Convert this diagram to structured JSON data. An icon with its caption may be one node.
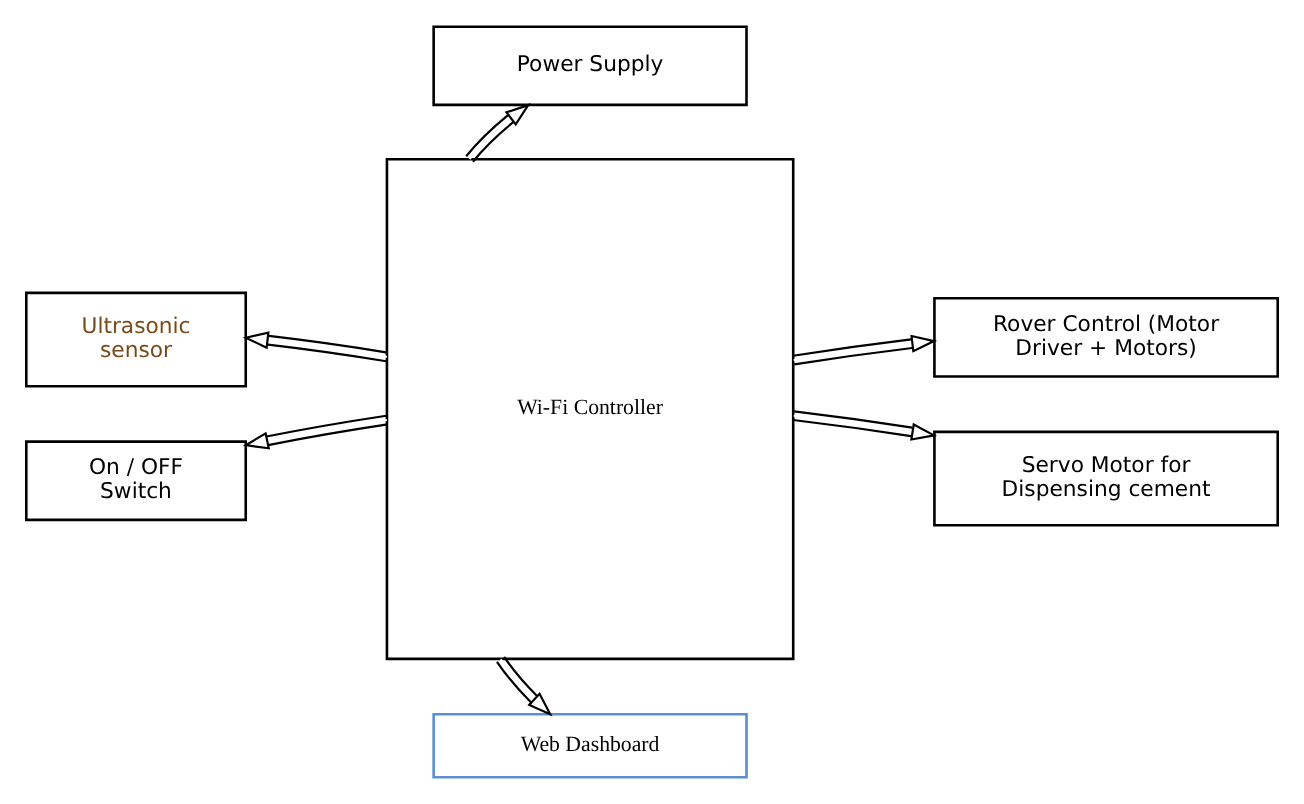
{
  "diagram": {
    "nodes": [
      {
        "text": [
          "Power Supply"
        ]
      },
      {
        "text": [
          "Wi-Fi Controller"
        ]
      },
      {
        "text": [
          "Rover Control (Motor Driver + Motors)"
        ]
      },
      {
        "text": [
          "Ultrasonic sensor"
        ]
      },
      {
        "text": [
          "Servo Motor for Dispensing cement"
        ]
      },
      {
        "text": [
          "On / OFF Switch"
        ]
      },
      {
        "text": [
          "Web Dashboard"
        ]
      }
    ],
    "edges": [
      {
        "from": 1,
        "to": 0,
        "arrow": "to"
      },
      {
        "from": 1,
        "to": 2,
        "arrow": "to"
      },
      {
        "from": 1,
        "to": 3,
        "arrow": "to"
      },
      {
        "from": 1,
        "to": 4,
        "arrow": "to"
      },
      {
        "from": 1,
        "to": 5,
        "arrow": "to"
      },
      {
        "from": 1,
        "to": 6,
        "arrow": "to"
      }
    ]
  }
}
